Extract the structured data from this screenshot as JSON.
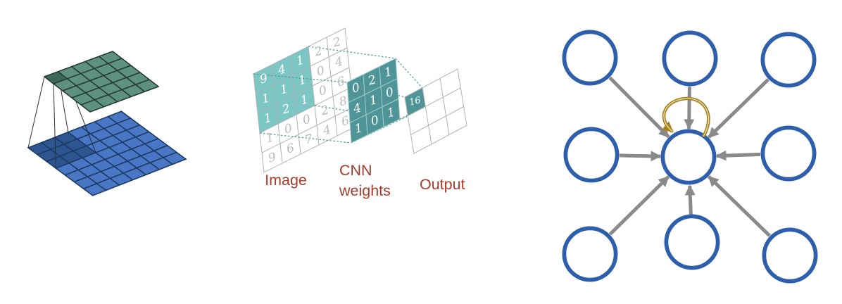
{
  "left_diagram": {
    "input_grid": {
      "rows": 7,
      "cols": 7,
      "highlighted_region": "3x3 at near corner"
    },
    "output_grid": {
      "rows": 5,
      "cols": 5,
      "highlighted_region": "1x1 at near corner"
    }
  },
  "middle_diagram": {
    "labels": {
      "image": "Image",
      "weights_line1": "CNN",
      "weights_line2": "weights",
      "output": "Output"
    },
    "image": [
      [
        9,
        4,
        1,
        2,
        2
      ],
      [
        1,
        1,
        1,
        0,
        4
      ],
      [
        1,
        2,
        1,
        0,
        6
      ],
      [
        1,
        0,
        0,
        2,
        8
      ],
      [
        9,
        6,
        7,
        4,
        6
      ]
    ],
    "weights": [
      [
        0,
        2,
        1
      ],
      [
        4,
        1,
        0
      ],
      [
        1,
        0,
        1
      ]
    ],
    "output_value": 16,
    "highlighted_patch": "3x3 top-left of image",
    "output_grid": {
      "rows": 3,
      "cols": 3,
      "filled_cell": "top-left"
    }
  },
  "right_diagram": {
    "nodes": 9,
    "incoming_arrows": 8,
    "self_loop_on_center": true
  },
  "colors": {
    "conv_output_green": "#5E9180",
    "conv_output_green_dark": "#3B685B",
    "conv_green_line": "#253B31",
    "conv_input_blue": "#4A77C5",
    "conv_input_blue_dark": "#2E5590",
    "conv_blue_line": "#1B3A63",
    "frustum_line": "#2F2F2F",
    "patch_teal": "#7CC6C4",
    "weights_teal": "#4F9597",
    "mid_grid_line": "#AFB2B4",
    "weights_grid_line": "#A5CECD",
    "dotted_teal": "#4F9597",
    "digit_gray": "#B9BBBD",
    "digit_white": "#FFFFFF",
    "label_red": "#A63B2B",
    "node_blue": "#2E5FAC",
    "arrow_gray": "#8A8A8A",
    "loop_gold": "#A8831C"
  }
}
